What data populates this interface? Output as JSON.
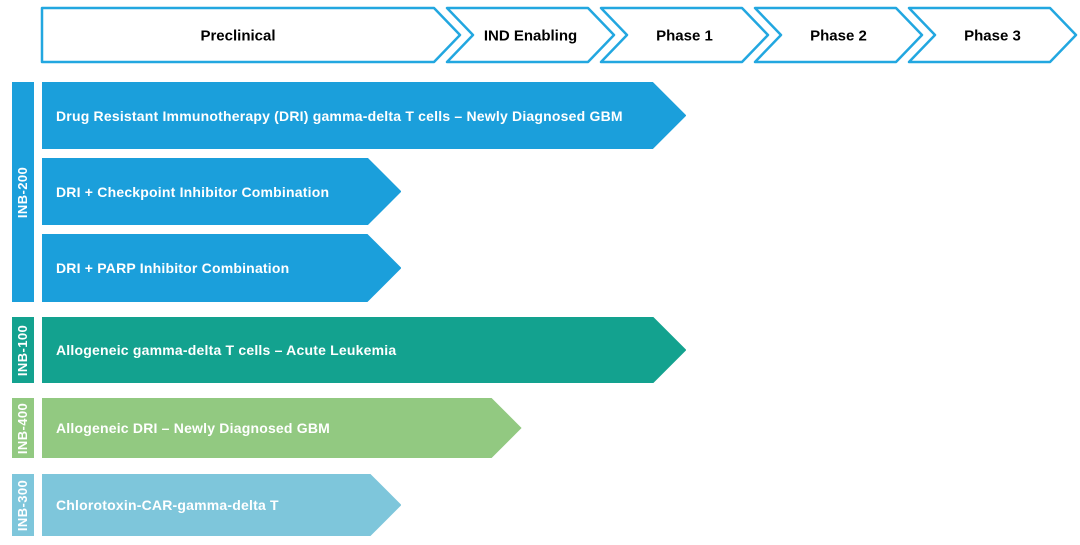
{
  "header": {
    "phases": [
      {
        "label": "Preclinical"
      },
      {
        "label": "IND Enabling"
      },
      {
        "label": "Phase 1"
      },
      {
        "label": "Phase 2"
      },
      {
        "label": "Phase 3"
      }
    ]
  },
  "colors": {
    "background": "#FFFFFF",
    "phase_outline": "#22A7E0",
    "phase_fill": "#FFFFFF",
    "phase_text": "#000000",
    "bar_text": "#FFFFFF",
    "blue": "#1B9FDB",
    "teal": "#13A28F",
    "green": "#92C981",
    "light_blue": "#7EC6DB"
  },
  "groups": [
    {
      "id": "INB-200",
      "color": "blue",
      "row_indices": [
        0,
        1,
        2
      ]
    },
    {
      "id": "INB-100",
      "color": "teal",
      "row_indices": [
        3
      ]
    },
    {
      "id": "INB-400",
      "color": "green",
      "row_indices": [
        4
      ]
    },
    {
      "id": "INB-300",
      "color": "light_blue",
      "row_indices": [
        5
      ]
    }
  ],
  "chart_data": {
    "type": "bar",
    "orientation": "horizontal",
    "title": "",
    "x_axis_phases": [
      "Preclinical",
      "IND Enabling",
      "Phase 1",
      "Phase 2",
      "Phase 3"
    ],
    "legend": false,
    "grid": false,
    "bars": [
      {
        "group": "INB-200",
        "label": "Drug Resistant Immunotherapy (DRI) gamma-delta T cells – Newly Diagnosed GBM",
        "color": "blue",
        "ends_in": "Phase 1",
        "end_phase_units": 2.47
      },
      {
        "group": "INB-200",
        "label": "DRI + Checkpoint Inhibitor Combination",
        "color": "blue",
        "ends_in": "Preclinical",
        "end_phase_units": 0.86
      },
      {
        "group": "INB-200",
        "label": "DRI + PARP Inhibitor Combination",
        "color": "blue",
        "ends_in": "Preclinical",
        "end_phase_units": 0.86
      },
      {
        "group": "INB-100",
        "label": "Allogeneic gamma-delta T cells – Acute Leukemia",
        "color": "teal",
        "ends_in": "Phase 1",
        "end_phase_units": 2.47
      },
      {
        "group": "INB-400",
        "label": "Allogeneic DRI – Newly Diagnosed GBM",
        "color": "green",
        "ends_in": "IND Enabling",
        "end_phase_units": 1.4
      },
      {
        "group": "INB-300",
        "label": "Chlorotoxin-CAR-gamma-delta T",
        "color": "light_blue",
        "ends_in": "Preclinical",
        "end_phase_units": 0.86
      }
    ]
  }
}
